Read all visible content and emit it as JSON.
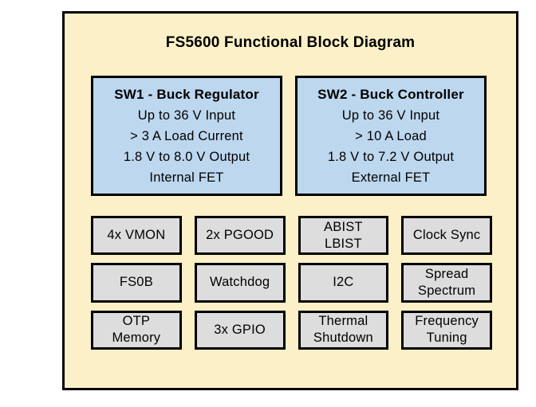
{
  "diagram": {
    "title": "FS5600 Functional Block Diagram",
    "colors": {
      "canvas_bg": "#FBF0C7",
      "regulator_bg": "#BDD7EE",
      "feature_bg": "#DDDDDD",
      "border": "#000000",
      "page_bg": "#FFFFFF"
    },
    "regulators": [
      {
        "name": "SW1 - Buck Regulator",
        "lines": [
          "Up to 36 V Input",
          "> 3 A Load Current",
          "1.8 V to 8.0 V Output",
          "Internal FET"
        ]
      },
      {
        "name": "SW2 - Buck Controller",
        "lines": [
          "Up to 36 V Input",
          "> 10 A Load",
          "1.8 V to 7.2 V Output",
          "External FET"
        ]
      }
    ],
    "features": [
      {
        "label": "4x VMON"
      },
      {
        "label": "2x PGOOD"
      },
      {
        "label": "ABIST\nLBIST"
      },
      {
        "label": "Clock Sync"
      },
      {
        "label": "FS0B"
      },
      {
        "label": "Watchdog"
      },
      {
        "label": "I2C"
      },
      {
        "label": "Spread\nSpectrum"
      },
      {
        "label": "OTP\nMemory"
      },
      {
        "label": "3x GPIO"
      },
      {
        "label": "Thermal\nShutdown"
      },
      {
        "label": "Frequency\nTuning"
      }
    ]
  }
}
